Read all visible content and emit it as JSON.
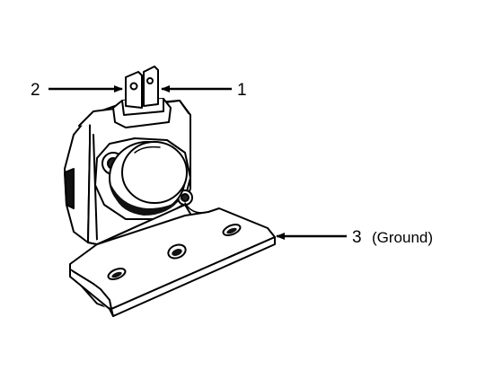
{
  "callouts": [
    {
      "number": "1",
      "note": ""
    },
    {
      "number": "2",
      "note": ""
    },
    {
      "number": "3",
      "note": "(Ground)"
    }
  ],
  "colors": {
    "ink": "#000000",
    "paper": "#ffffff"
  },
  "icons": [
    "arrow-icon"
  ]
}
